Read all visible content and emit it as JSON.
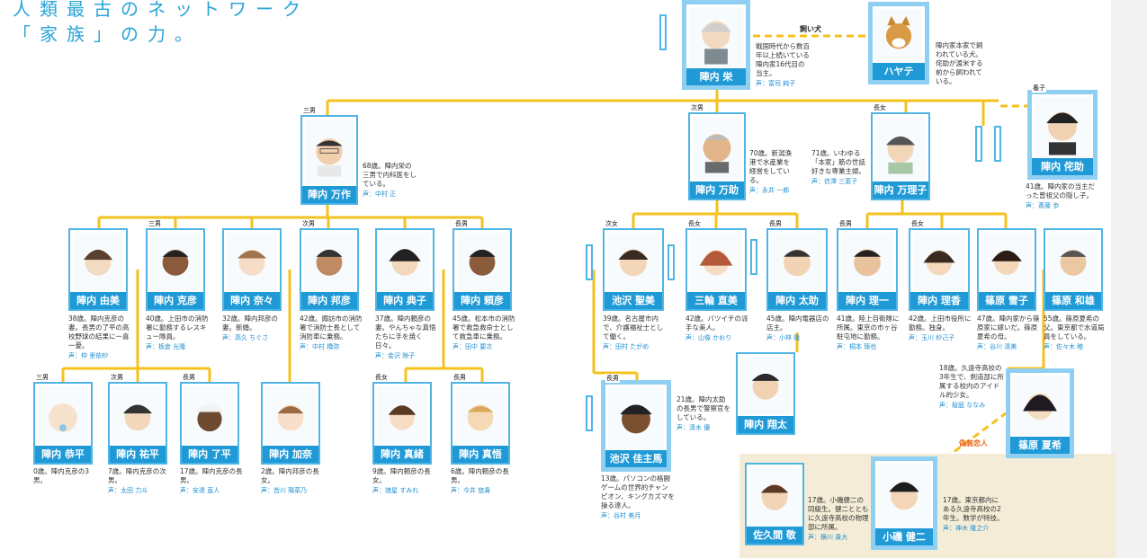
{
  "tagline": [
    "人類最古のネットワーク",
    "「家族」の力。"
  ],
  "edge_labels": {
    "dog": "飼い犬",
    "fake_lovers": "偽装恋人"
  },
  "colors": {
    "line": "#f5c11e",
    "card_border": "#4fb5e6",
    "name_bg": "#1f9ad6",
    "dash": "#f5c11e",
    "label_orange": "#e86a1a"
  },
  "members": {
    "sakae": {
      "name": "陣内 栄",
      "relation": "",
      "desc": "戦国時代から数百年以上続いている陣内家16代目の当主。",
      "va": "声：富司 純子"
    },
    "hayate": {
      "name": "ハヤテ",
      "relation": "",
      "desc": "陣内家本家で飼われている犬。侘助が渡米する前から飼われている。",
      "va": ""
    },
    "mansaku": {
      "name": "陣内 万作",
      "relation": "三男",
      "desc": "68歳。陣内栄の三男で内科医をしている。",
      "va": "声：中村 正"
    },
    "mansuke": {
      "name": "陣内 万助",
      "relation": "次男",
      "desc": "70歳。新潟漁港で水産業を経営をしている。",
      "va": "声：永井 一郎"
    },
    "mariko": {
      "name": "陣内 万理子",
      "relation": "長女",
      "desc": "71歳。いわゆる「本家」筋の世話好きな専業主婦。",
      "va": "声：信澤 三恵子"
    },
    "wabisuke": {
      "name": "陣内 侘助",
      "relation": "養子",
      "desc": "41歳。陣内家の当主だった曾祖父の隠し子。",
      "va": "声：斎藤 歩"
    },
    "yumi": {
      "name": "陣内 由美",
      "relation": "",
      "desc": "38歳。陣内克彦の妻。長男の了平の高校野球の結果に一喜一憂。",
      "va": "声：仲 里依紗"
    },
    "katsuhiko": {
      "name": "陣内 克彦",
      "relation": "三男",
      "desc": "40歳。上田市の消防署に勤務するレスキュー隊員。",
      "va": "声：板倉 光隆"
    },
    "nana": {
      "name": "陣内 奈々",
      "relation": "",
      "desc": "32歳。陣内邦彦の妻。新婚。",
      "va": "声：高久 ちぐさ"
    },
    "kunihiko": {
      "name": "陣内 邦彦",
      "relation": "次男",
      "desc": "42歳。諏訪市の消防署で消防士長として消防車に乗務。",
      "va": "声：中村 橋弥"
    },
    "noriko": {
      "name": "陣内 典子",
      "relation": "",
      "desc": "37歳。陣内頼彦の妻。やんちゃな真悟たちに手を焼く日々。",
      "va": "声：金沢 映子"
    },
    "yorihiko": {
      "name": "陣内 頼彦",
      "relation": "長男",
      "desc": "45歳。松本市の消防署で救急救命士として救急車に乗務。",
      "va": "声：田中 要次"
    },
    "kyohei": {
      "name": "陣内 恭平",
      "relation": "三男",
      "desc": "0歳。陣内克彦の3男。",
      "va": ""
    },
    "yuhei": {
      "name": "陣内 祐平",
      "relation": "次男",
      "desc": "7歳。陣内克彦の次男。",
      "va": "声：太田 力斗"
    },
    "ryohei": {
      "name": "陣内 了平",
      "relation": "長男",
      "desc": "17歳。陣内克彦の長男。",
      "va": "声：安達 直人"
    },
    "kana": {
      "name": "陣内 加奈",
      "relation": "",
      "desc": "2歳。陣内邦彦の長女。",
      "va": "声：皆川 陽菜乃"
    },
    "mao": {
      "name": "陣内 真緒",
      "relation": "長女",
      "desc": "9歳。陣内頼彦の長女。",
      "va": "声：諸星 すみれ"
    },
    "shingo": {
      "name": "陣内 真悟",
      "relation": "長男",
      "desc": "6歳。陣内頼彦の長男。",
      "va": "声：今井 悠貴"
    },
    "kiyomi": {
      "name": "池沢 聖美",
      "relation": "次女",
      "desc": "39歳。名古屋市内で、介護福祉士として働く。",
      "va": "声：田村 たがめ"
    },
    "naomi": {
      "name": "三輪 直美",
      "relation": "長女",
      "desc": "42歳。バツイチの派手な美人。",
      "va": "声：山像 かおり"
    },
    "tasuke": {
      "name": "陣内 太助",
      "relation": "長男",
      "desc": "45歳。陣内電器店の店主。",
      "va": "声：小林 隆"
    },
    "riichi": {
      "name": "陣内 理一",
      "relation": "長男",
      "desc": "41歳。陸上自衛隊に所属。東京の市ヶ谷駐屯地に勤務。",
      "va": "声：桐本 琢也"
    },
    "rika": {
      "name": "陣内 理香",
      "relation": "長女",
      "desc": "42歳。上田市役所に勤務。独身。",
      "va": "声：玉川 紗己子"
    },
    "yukiko": {
      "name": "篠原 雪子",
      "relation": "",
      "desc": "47歳。陣内家から篠原家に嫁いだ。篠原夏希の母。",
      "va": "声：谷川 清美"
    },
    "kazuo": {
      "name": "篠原 和雄",
      "relation": "",
      "desc": "55歳。篠原夏希の父。東京都で水道局員をしている。",
      "va": "声：佐々木 睦"
    },
    "kazuma": {
      "name": "池沢 佳主馬",
      "relation": "長男",
      "desc": "13歳。パソコンの格闘ゲームの世界的チャンピオン、キングカズマを操る達人。",
      "va": "声：谷村 美月"
    },
    "shota": {
      "name": "陣内 翔太",
      "relation": "",
      "desc": "21歳。陣内太助の長男で警察官をしている。",
      "va": "声：清水 優"
    },
    "natsuki": {
      "name": "篠原 夏希",
      "relation": "",
      "desc": "18歳。久遠寺高校の3年生で、剣道部に所属する校内のアイドル的少女。",
      "va": "声：桜庭 ななみ"
    },
    "sakuma": {
      "name": "佐久間 敬",
      "relation": "",
      "desc": "17歳。小磯健二の同級生。健二とともに久遠寺高校の物理部に所属。",
      "va": "声：横川 貴大"
    },
    "kenji": {
      "name": "小磯 健二",
      "relation": "",
      "desc": "17歳。東京都内にある久遠寺高校の2年生。数学が特技。",
      "va": "声：神木 隆之介"
    }
  }
}
